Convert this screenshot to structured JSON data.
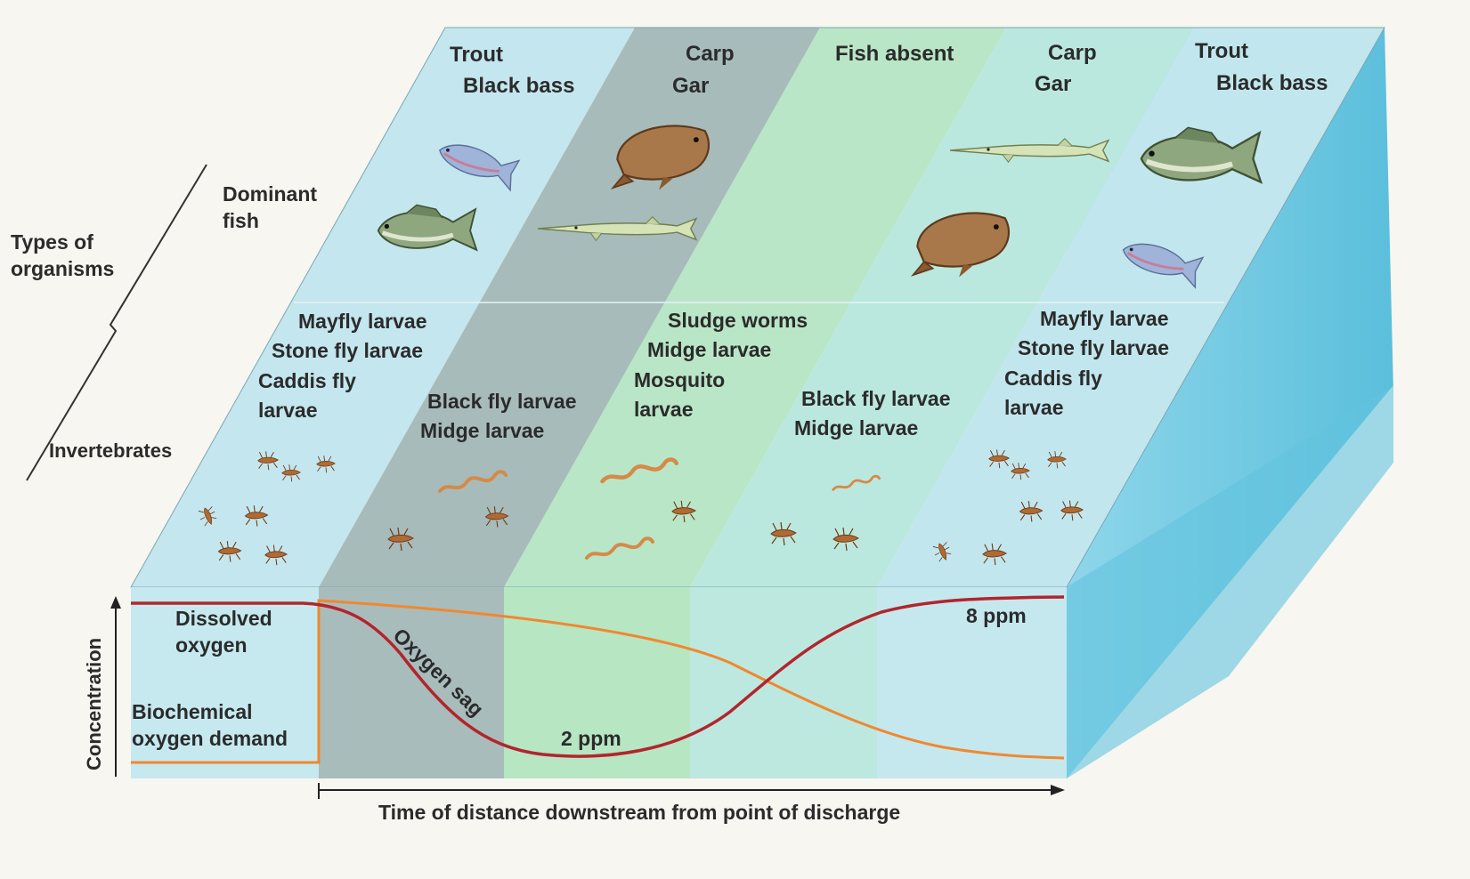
{
  "colors": {
    "clean_zone": "#bfe4ec",
    "decomposition_zone": "#a9bcbc",
    "septic_zone": "#b8e6c6",
    "recovery_zone": "#b9e8de",
    "clean_zone_2": "#bfe6ee",
    "side_face": "#6ec9e2",
    "dissolved_oxygen_curve": "#b2252c",
    "bod_curve": "#f0882e",
    "text": "#2b2b2b"
  },
  "side_labels": {
    "types_line1": "Types of",
    "types_line2": "organisms",
    "dominant_line1": "Dominant",
    "dominant_line2": "fish",
    "invertebrates": "Invertebrates"
  },
  "zones": [
    {
      "fish_line1": "Trout",
      "fish_line2": "Black bass",
      "inv_lines": [
        "Mayfly larvae",
        "Stone fly larvae",
        "Caddis fly",
        "larvae"
      ]
    },
    {
      "fish_line1": "Carp",
      "fish_line2": "Gar",
      "inv_lines": [
        "Black fly larvae",
        "Midge larvae"
      ]
    },
    {
      "fish_line1": "Fish absent",
      "fish_line2": "",
      "inv_lines": [
        "Sludge worms",
        "Midge larvae",
        "Mosquito",
        "larvae"
      ]
    },
    {
      "fish_line1": "Carp",
      "fish_line2": "Gar",
      "inv_lines": [
        "Black fly larvae",
        "Midge larvae"
      ]
    },
    {
      "fish_line1": "Trout",
      "fish_line2": "Black bass",
      "inv_lines": [
        "Mayfly larvae",
        "Stone fly larvae",
        "Caddis fly",
        "larvae"
      ]
    }
  ],
  "graph": {
    "y_axis_label": "Concentration",
    "x_axis_label": "Time of distance downstream from point of discharge",
    "do_label_line1": "Dissolved",
    "do_label_line2": "oxygen",
    "bod_label_line1": "Biochemical",
    "bod_label_line2": "oxygen demand",
    "sag_label": "Oxygen sag",
    "min_label": "2 ppm",
    "recovered_label": "8 ppm"
  },
  "icons": {
    "trout": "trout-icon",
    "bass": "bass-icon",
    "carp": "carp-icon",
    "gar": "gar-icon",
    "larva": "larva-icon",
    "worm": "worm-icon"
  }
}
